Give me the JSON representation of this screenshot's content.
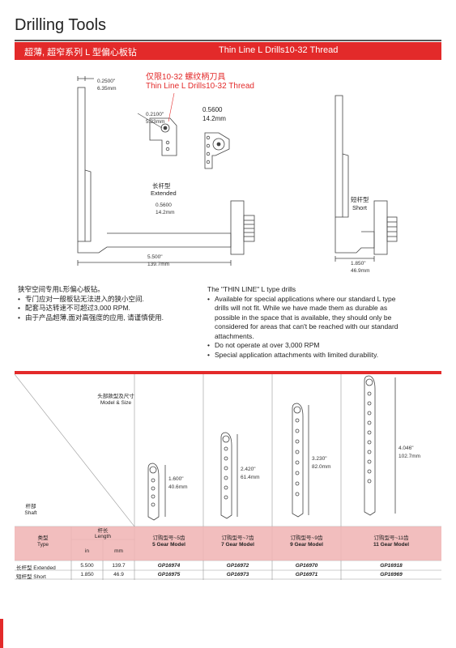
{
  "header": {
    "title": "Drilling Tools",
    "banner_cn": "超薄, 超窄系列 L 型偏心板钻",
    "banner_en": "Thin Line L Drills10-32 Thread"
  },
  "drawing": {
    "callout_cn": "仅限10-32 螺纹柄刀具",
    "callout_en": "Thin Line L Drills10-32 Thread",
    "dim_top_in": "0.2500\"",
    "dim_top_mm": "6.35mm",
    "dim_hole_in": "0.2100\"",
    "dim_hole_mm": "5.33mm",
    "dim_head_in": "0.5600",
    "dim_head_mm": "14.2mm",
    "extended_cn": "长杆型",
    "extended_en": "Extended",
    "dim_shaft_in": "0.5600",
    "dim_shaft_mm": "14.2mm",
    "dim_len_in": "5.500\"",
    "dim_len_mm": "139.7mm",
    "short_cn": "短杆型",
    "short_en": "Short",
    "dim_short_in": "1.850\"",
    "dim_short_mm": "46.9mm"
  },
  "notes_cn": {
    "heading": "狭窄空间专用L形偏心板钻。",
    "items": [
      "专门应对一般板钻无法进入的狭小空间.",
      "配套马达转速不可超过3,000 RPM.",
      "由于产品超薄,面对高强度的应用, 请谨慎使用."
    ]
  },
  "notes_en": {
    "heading": "The \"THIN LINE\" L type drills",
    "items": [
      "Available for special applications where our standard L type drills will not fit. While we have made them as durable as possible in the space that is available, they should only be considered for areas that can't be reached with our standard attachments.",
      "Do not operate at over 3,000 RPM",
      "Special application attachments with limited durability."
    ]
  },
  "table": {
    "head_model_cn": "头部款型及尺寸",
    "head_model_en": "Model & Size",
    "shaft_cn": "杆部",
    "shaft_en": "Shaft",
    "type_cn": "类型",
    "type_en": "Type",
    "length_cn": "杆长",
    "length_en": "Length",
    "unit_in": "in",
    "unit_mm": "mm",
    "columns": [
      {
        "cn": "订购型号~5齿",
        "en": "5 Gear Model",
        "dim_in": "1.600\"",
        "dim_mm": "40.6mm"
      },
      {
        "cn": "订购型号~7齿",
        "en": "7 Gear Model",
        "dim_in": "2.420\"",
        "dim_mm": "61.4mm"
      },
      {
        "cn": "订购型号~9齿",
        "en": "9 Gear Model",
        "dim_in": "3.230\"",
        "dim_mm": "82.0mm"
      },
      {
        "cn": "订购型号~11齿",
        "en": "11 Gear Model",
        "dim_in": "4.046\"",
        "dim_mm": "102.7mm"
      }
    ],
    "rows": [
      {
        "type": "长杆型 Extended",
        "in": "5.500",
        "mm": "139.7",
        "models": [
          "GP16974",
          "GP16972",
          "GP16970",
          "GP16918"
        ]
      },
      {
        "type": "短杆型 Short",
        "in": "1.850",
        "mm": "46.9",
        "models": [
          "GP16975",
          "GP16973",
          "GP16971",
          "GP16969"
        ]
      }
    ]
  }
}
